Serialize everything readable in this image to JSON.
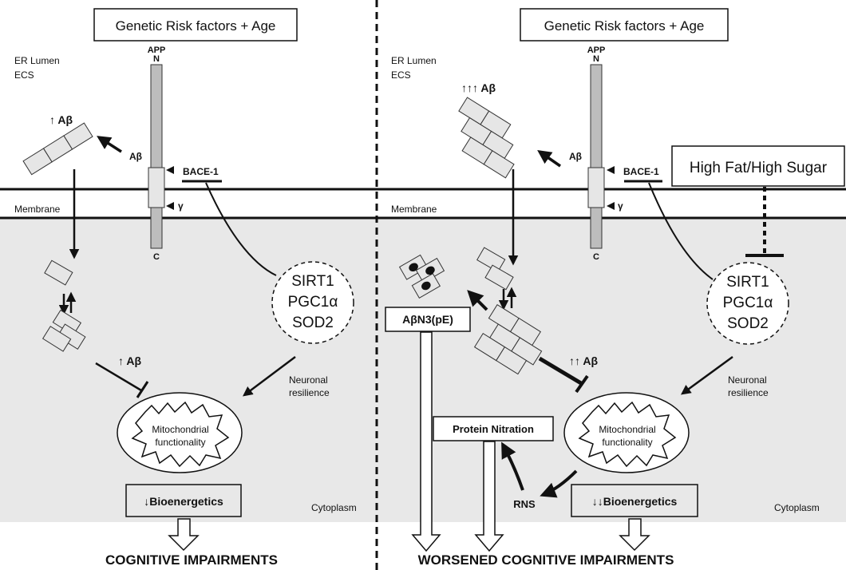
{
  "left": {
    "risk_box": "Genetic Risk factors + Age",
    "er_lumen": "ER Lumen",
    "ecs": "ECS",
    "app": "APP",
    "n": "N",
    "c": "C",
    "abeta_up": "↑ Aβ",
    "abeta": "Aβ",
    "bace": "BACE-1",
    "gamma": "γ",
    "membrane": "Membrane",
    "sirt1": "SIRT1",
    "pgc1a": "PGC1α",
    "sod2": "SOD2",
    "abeta_up2": "↑ Aβ",
    "resilience_1": "Neuronal",
    "resilience_2": "resilience",
    "mito_1": "Mitochondrial",
    "mito_2": "functionality",
    "bioenergetics": "↓Bioenergetics",
    "cytoplasm": "Cytoplasm",
    "outcome": "COGNITIVE IMPAIRMENTS"
  },
  "right": {
    "risk_box": "Genetic Risk factors + Age",
    "er_lumen": "ER Lumen",
    "ecs": "ECS",
    "app": "APP",
    "n": "N",
    "c": "C",
    "abeta_up": "↑↑↑ Aβ",
    "abeta": "Aβ",
    "bace": "BACE-1",
    "gamma": "γ",
    "high_fat": "High Fat/High Sugar",
    "membrane": "Membrane",
    "abeta_n3": "AβN3(pE)",
    "abeta_up2": "↑↑ Aβ",
    "sirt1": "SIRT1",
    "pgc1a": "PGC1α",
    "sod2": "SOD2",
    "resilience_1": "Neuronal",
    "resilience_2": "resilience",
    "protein_nitration": "Protein Nitration",
    "mito_1": "Mitochondrial",
    "mito_2": "functionality",
    "rns": "RNS",
    "bioenergetics": "↓↓Bioenergetics",
    "cytoplasm": "Cytoplasm",
    "outcome": "WORSENED COGNITIVE IMPAIRMENTS"
  }
}
